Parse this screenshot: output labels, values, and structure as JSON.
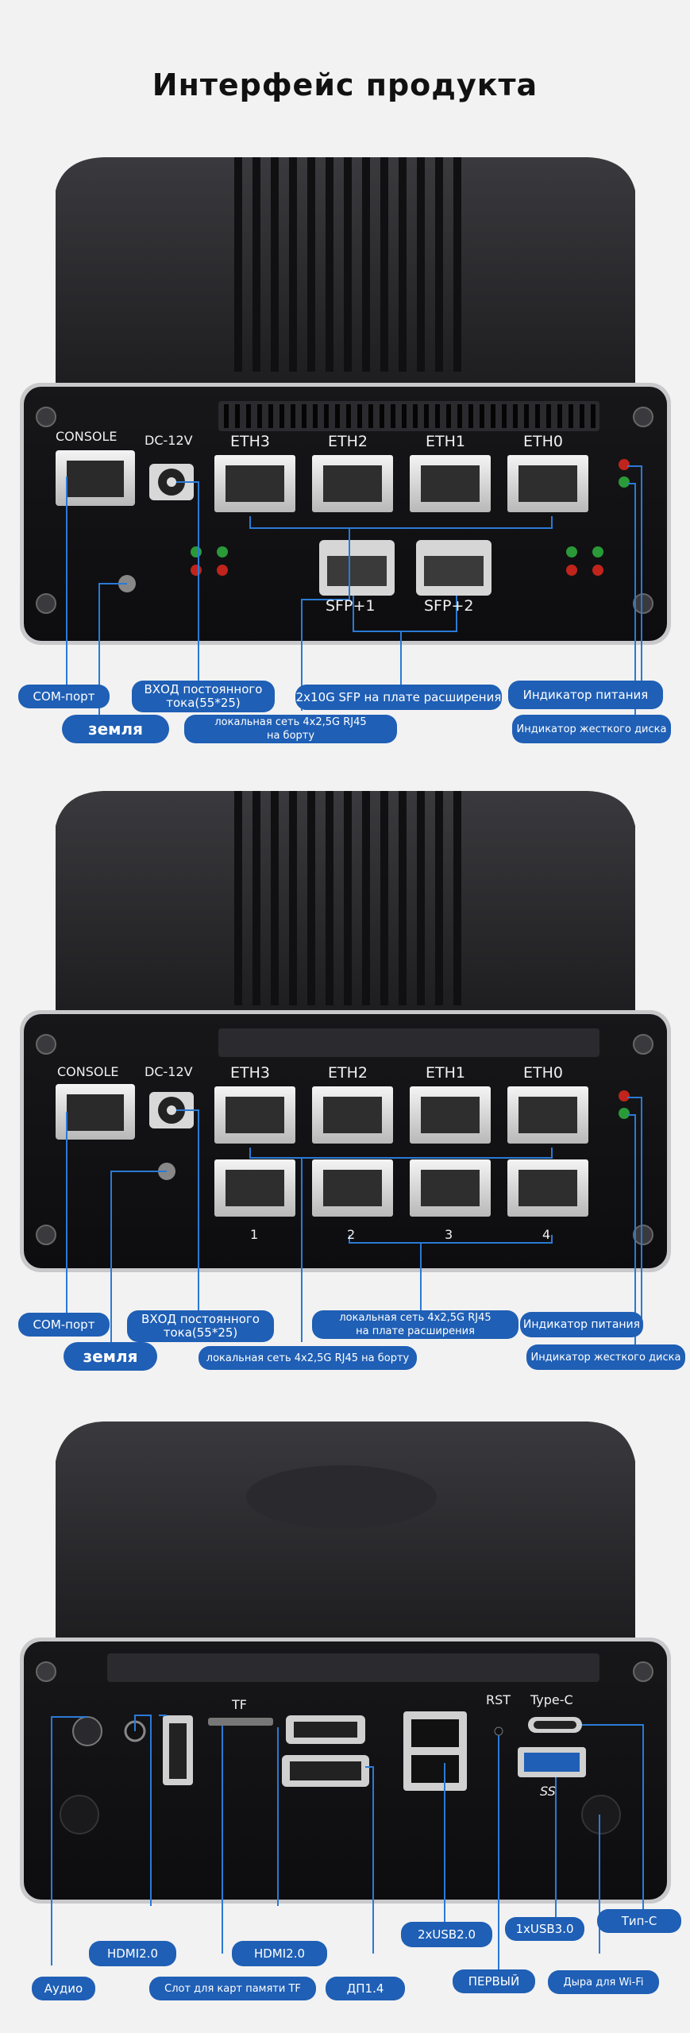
{
  "title": "Интерфейс продукта",
  "colors": {
    "callout": "#1f5fb5",
    "line": "#2a7ad6",
    "body": "#1a1a1c",
    "led_red": "#c0241c",
    "led_green": "#2a9a38"
  },
  "panel1": {
    "labels": {
      "console": "CONSOLE",
      "dc": "DC-12V",
      "eth3": "ETH3",
      "eth2": "ETH2",
      "eth1": "ETH1",
      "eth0": "ETH0",
      "sfp1": "SFP+1",
      "sfp2": "SFP+2"
    },
    "callouts": {
      "com": "COM-порт",
      "ground": "земля",
      "dc_in": "ВХОД постоянного\nтока(55*25)",
      "lan": "локальная сеть 4x2,5G RJ45\nна борту",
      "sfp": "2x10G SFP на плате расширения",
      "power": "Индикатор питания",
      "hdd": "Индикатор жесткого диска"
    }
  },
  "panel2": {
    "labels": {
      "console": "CONSOLE",
      "dc": "DC-12V",
      "eth3": "ETH3",
      "eth2": "ETH2",
      "eth1": "ETH1",
      "eth0": "ETH0",
      "p1": "1",
      "p2": "2",
      "p3": "3",
      "p4": "4"
    },
    "callouts": {
      "com": "COM-порт",
      "ground": "земля",
      "dc_in": "ВХОД постоянного\nтока(55*25)",
      "lan_ext": "локальная сеть 4x2,5G RJ45\nна плате расширения",
      "lan": "локальная сеть 4x2,5G RJ45 на борту",
      "power": "Индикатор питания",
      "hdd": "Индикатор жесткого диска"
    }
  },
  "panel3": {
    "labels": {
      "tf": "TF",
      "rst": "RST",
      "typec": "Type-C",
      "ss": "SS"
    },
    "callouts": {
      "audio": "Аудио",
      "hdmi_a": "HDMI2.0",
      "tf_slot": "Слот для карт памяти TF",
      "hdmi_b": "HDMI2.0",
      "dp": "ДП1.4",
      "usb2": "2xUSB2.0",
      "first": "ПЕРВЫЙ",
      "usb3": "1xUSB3.0",
      "wifi": "Дыра для Wi-Fi",
      "typec": "Тип-C"
    }
  }
}
